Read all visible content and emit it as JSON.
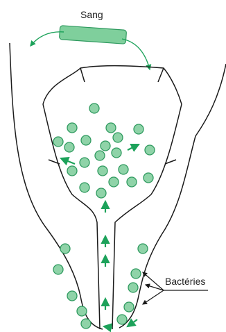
{
  "labels": {
    "blood": "Sang",
    "bacteria": "Bactéries"
  },
  "colors": {
    "bacteria_fill": "#8fd3a8",
    "bacteria_stroke": "#2f9a5f",
    "arrow": "#1ca25a",
    "line": "#1a1a1a",
    "vessel_fill": "#7fcf9c"
  },
  "icons": [
    "bacteria-dot",
    "movement-arrow",
    "blood-vessel"
  ]
}
